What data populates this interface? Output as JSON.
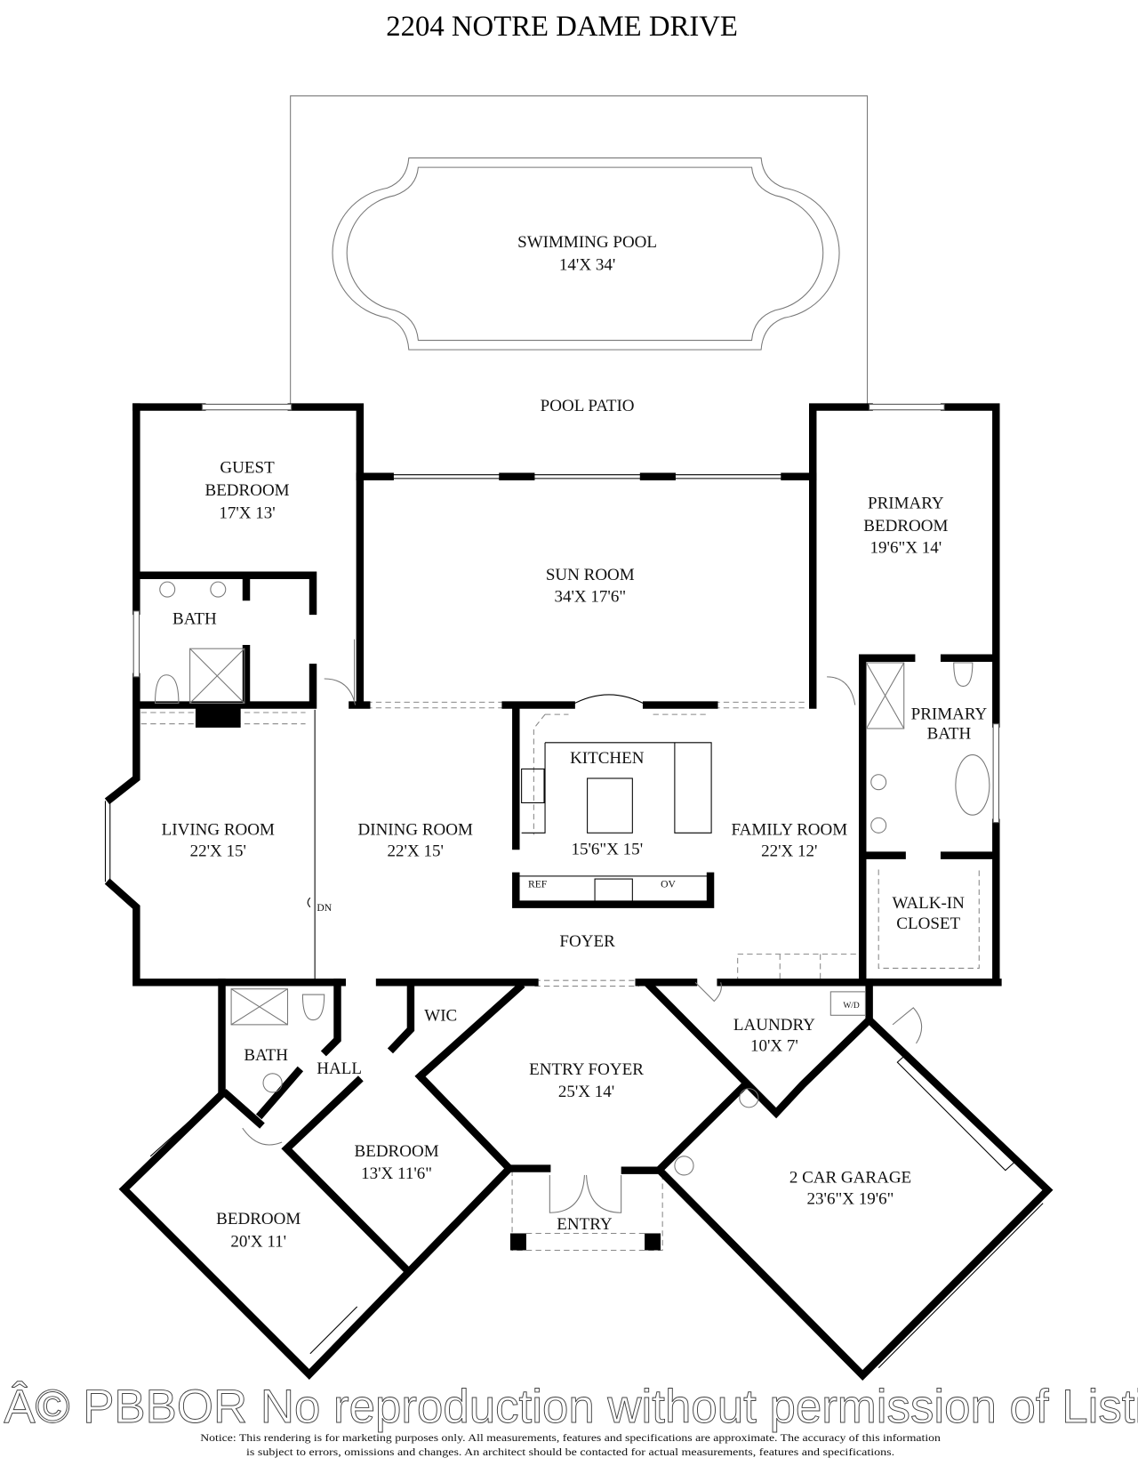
{
  "title": "2204 NOTRE DAME DRIVE",
  "rooms": {
    "pool": {
      "lines": [
        "SWIMMING POOL"
      ],
      "dims": "14'X 34'"
    },
    "pool_patio": {
      "lines": [
        "POOL PATIO"
      ]
    },
    "guest_bedroom": {
      "lines": [
        "GUEST",
        "BEDROOM"
      ],
      "dims": "17'X 13'"
    },
    "sun_room": {
      "lines": [
        "SUN ROOM"
      ],
      "dims": "34'X 17'6\""
    },
    "primary_bedroom": {
      "lines": [
        "PRIMARY",
        "BEDROOM"
      ],
      "dims": "19'6\"X 14'"
    },
    "guest_bath": {
      "lines": [
        "BATH"
      ]
    },
    "primary_bath": {
      "lines": [
        "PRIMARY",
        "BATH"
      ]
    },
    "kitchen": {
      "lines": [
        "KITCHEN"
      ],
      "dims": "15'6\"X 15'"
    },
    "living_room": {
      "lines": [
        "LIVING ROOM"
      ],
      "dims": "22'X 15'"
    },
    "dining_room": {
      "lines": [
        "DINING ROOM"
      ],
      "dims": "22'X 15'"
    },
    "family_room": {
      "lines": [
        "FAMILY ROOM"
      ],
      "dims": "22'X 12'"
    },
    "walk_in_closet": {
      "lines": [
        "WALK-IN",
        "CLOSET"
      ]
    },
    "foyer": {
      "lines": [
        "FOYER"
      ]
    },
    "wic": {
      "lines": [
        "WIC"
      ]
    },
    "laundry": {
      "lines": [
        "LAUNDRY"
      ],
      "dims": "10'X 7'"
    },
    "hall_bath": {
      "lines": [
        "BATH"
      ]
    },
    "hall": {
      "lines": [
        "HALL"
      ]
    },
    "entry_foyer": {
      "lines": [
        "ENTRY FOYER"
      ],
      "dims": "25'X 14'"
    },
    "bedroom_2": {
      "lines": [
        "BEDROOM"
      ],
      "dims": "13'X 11'6\""
    },
    "bedroom_3": {
      "lines": [
        "BEDROOM"
      ],
      "dims": "20'X 11'"
    },
    "garage": {
      "lines": [
        "2 CAR GARAGE"
      ],
      "dims": "23'6\"X 19'6\""
    },
    "entry": {
      "lines": [
        "ENTRY"
      ]
    }
  },
  "fixtures": {
    "ref": "REF",
    "ov": "OV",
    "wd": "W/D",
    "stairs": "DN"
  },
  "watermark": "Â© PBBOR No reproduction without permission of Listing Brok",
  "notice": [
    "Notice: This rendering is for marketing purposes only. All measurements, features and specifications are approximate. The accuracy of this information",
    "is subject to errors, omissions and changes. An architect should be contacted for actual measurements, features and specifications."
  ]
}
